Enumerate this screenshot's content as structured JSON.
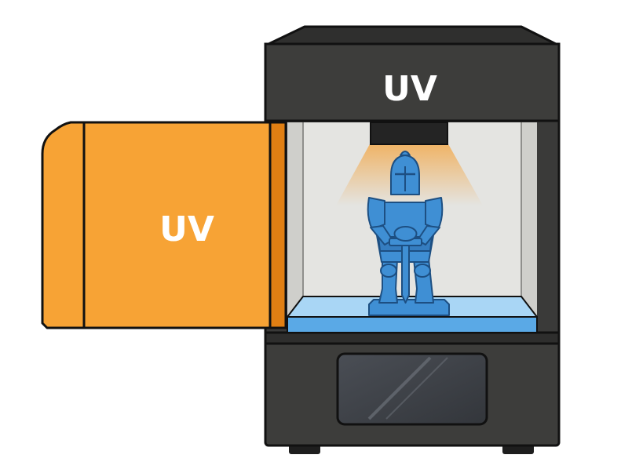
{
  "printer": {
    "top_label": "UV",
    "body_color": "#3d3d3b",
    "top_color": "#2b2b2b",
    "chamber_color": "#e2e2df",
    "glow_color": "#f4a23a"
  },
  "cover": {
    "label": "UV",
    "color": "#f7a335",
    "shade_color": "#e07f13"
  },
  "model": {
    "subject": "knight-figurine",
    "color": "#3f8fd4"
  },
  "build_plate": {
    "color": "#a9d6f5"
  },
  "display": {
    "color": "#3e4248"
  }
}
